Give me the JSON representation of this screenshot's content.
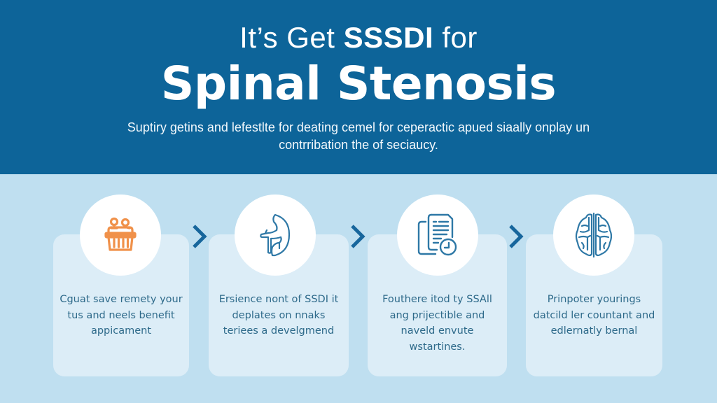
{
  "header": {
    "title_line1_prefix": "It’s Get ",
    "title_line1_bold": "SSSDI",
    "title_line1_suffix": " for",
    "title_line2": "Spinal Stenosis",
    "subtitle": "Suptiry getins and lefestlte for deating cemel for ceperactic apued siaally onplay un contrribation the of seciaucy."
  },
  "colors": {
    "header_bg": "#0d6499",
    "body_bg": "#bfdff0",
    "card_bg": "#dcedf7",
    "icon_blue": "#2e78a6",
    "icon_orange": "#f0914a",
    "chevron": "#17669c",
    "card_text": "#2e6a8a"
  },
  "steps": [
    {
      "icon": "basket-icon",
      "icon_color": "#f0914a",
      "text": "Cguat save remety your tus and neels benefit appicament"
    },
    {
      "icon": "kidney-icon",
      "icon_color": "#2e78a6",
      "text": "Ersience nont of SSDI it deplates on nnaks teriees a develgmend"
    },
    {
      "icon": "document-clock-icon",
      "icon_color": "#2e78a6",
      "text": "Fouthere itod ty SSAll ang prijectible and naveld envute wstartines."
    },
    {
      "icon": "brain-icon",
      "icon_color": "#2e78a6",
      "text": "Prinpoter yourings datcild ler countant and edlernatly bernal"
    }
  ],
  "connectors": [
    {
      "icon": "chevron-right-icon"
    },
    {
      "icon": "chevron-right-icon"
    },
    {
      "icon": "chevron-right-icon"
    }
  ]
}
